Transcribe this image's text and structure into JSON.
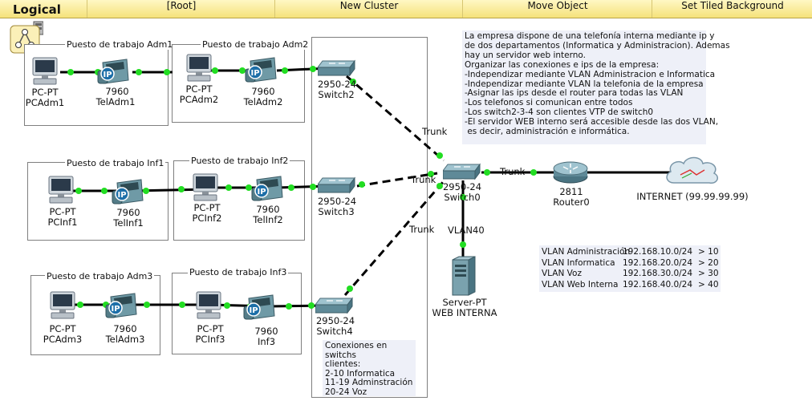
{
  "toolbar": {
    "mode": "Logical",
    "buttons": [
      "[Root]",
      "New Cluster",
      "Move Object",
      "Set Tiled Background"
    ]
  },
  "workstations": {
    "adm1": {
      "title": "Puesto de trabajo Adm1",
      "pc_model": "PC-PT",
      "pc_name": "PCAdm1",
      "phone_model": "7960",
      "phone_name": "TelAdm1"
    },
    "adm2": {
      "title": "Puesto de trabajo Adm2",
      "pc_model": "PC-PT",
      "pc_name": "PCAdm2",
      "phone_model": "7960",
      "phone_name": "TelAdm2"
    },
    "inf1": {
      "title": "Puesto de trabajo Inf1",
      "pc_model": "PC-PT",
      "pc_name": "PCInf1",
      "phone_model": "7960",
      "phone_name": "TelInf1"
    },
    "inf2": {
      "title": "Puesto de trabajo Inf2",
      "pc_model": "PC-PT",
      "pc_name": "PCInf2",
      "phone_model": "7960",
      "phone_name": "TelInf2"
    },
    "adm3": {
      "title": "Puesto de trabajo Adm3",
      "pc_model": "PC-PT",
      "pc_name": "PCAdm3",
      "phone_model": "7960",
      "phone_name": "TelAdm3"
    },
    "inf3": {
      "title": "Puesto de trabajo Inf3",
      "pc_model": "PC-PT",
      "pc_name": "PCInf3",
      "phone_model": "7960",
      "phone_name": "Inf3"
    }
  },
  "switches": {
    "switch2": {
      "model": "2950-24",
      "name": "Switch2"
    },
    "switch3": {
      "model": "2950-24",
      "name": "Switch3"
    },
    "switch4": {
      "model": "2950-24",
      "name": "Switch4"
    },
    "switch0": {
      "model": "2950-24",
      "name": "Switch0"
    }
  },
  "router": {
    "model": "2811",
    "name": "Router0"
  },
  "internet": {
    "label": "INTERNET (99.99.99.99)"
  },
  "server": {
    "model": "Server-PT",
    "name": "WEB INTERNA"
  },
  "links": {
    "trunk": "Trunk",
    "vlan40": "VLAN40"
  },
  "phone_badge": "IP",
  "description_note": [
    "La empresa dispone de una telefonía interna mediante ip y",
    "de dos departamentos (Informatica y Administracion). Ademas",
    "hay un servidor web interno.",
    "Organizar las conexiones e ips de la empresa:",
    "-Independizar mediante VLAN Administracion e Informatica",
    "-Independizar mediante VLAN la telefonia de la empresa",
    "-Asignar las ips desde el router para todas las VLAN",
    "-Los telefonos si comunican entre todos",
    "-Los switch2-3-4 son clientes VTP de switch0",
    "-El servidor WEB interno será accesible desde las dos VLAN,",
    " es decir, administración e informática."
  ],
  "vlan_table": [
    [
      "VLAN Administración",
      "192.168.10.0/24",
      "> 10"
    ],
    [
      "VLAN Informatica",
      "192.168.20.0/24",
      "> 20"
    ],
    [
      "VLAN Voz",
      "192.168.30.0/24",
      "> 30"
    ],
    [
      "VLAN Web Interna",
      "192.168.40.0/24",
      "> 40"
    ]
  ],
  "switch_ports_note": [
    "Conexiones en switchs",
    "clientes:",
    "2-10 Informatica",
    "11-19 Adminstración",
    "20-24 Voz"
  ],
  "colors": {
    "toolbar_bg": "#f5e27a",
    "link_up": "#22dd22",
    "note_bg": "#eef0f8"
  }
}
